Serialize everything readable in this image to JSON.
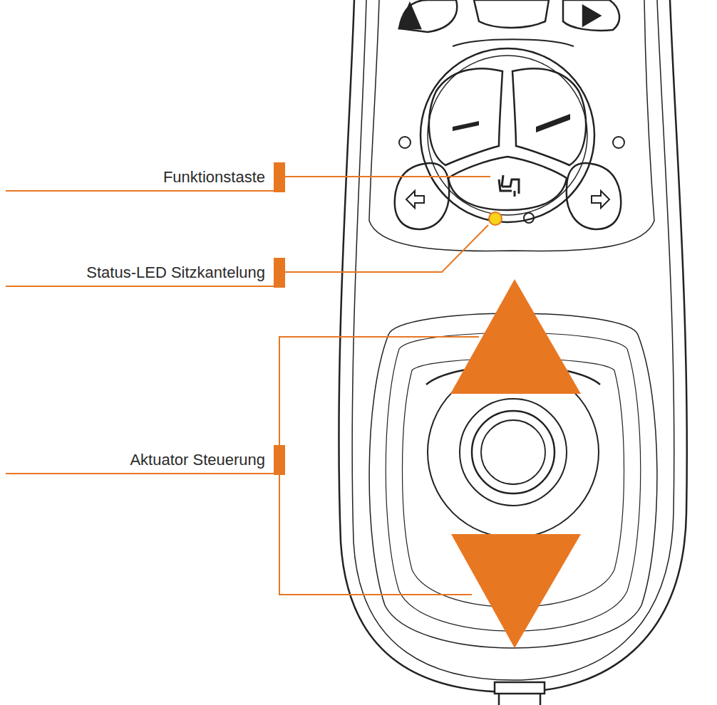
{
  "diagram": {
    "labels": [
      "Funktionstaste",
      "Status-LED Sitzkantelung",
      "Aktuator Steuerung"
    ]
  }
}
